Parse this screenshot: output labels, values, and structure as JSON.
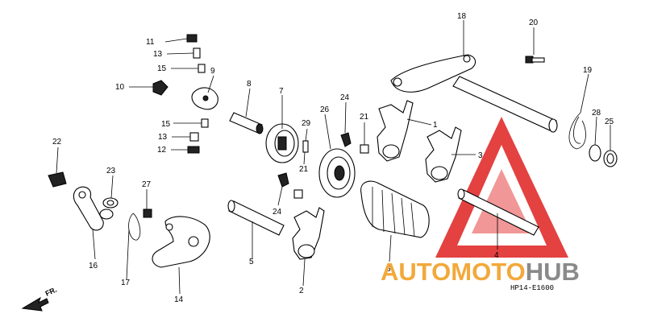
{
  "brand": {
    "text_orange": "AUTOMOTO",
    "text_grey": "HUB",
    "color_orange": "#f2a93b",
    "color_grey": "#8a8a8a",
    "triangle_color": "#e02020"
  },
  "diagram_code": "HP14-E1600",
  "direction_label": "FR.",
  "callouts": [
    {
      "id": "c1",
      "text": "1"
    },
    {
      "id": "c2",
      "text": "2"
    },
    {
      "id": "c3",
      "text": "3"
    },
    {
      "id": "c4",
      "text": "4"
    },
    {
      "id": "c5",
      "text": "5"
    },
    {
      "id": "c6",
      "text": "6"
    },
    {
      "id": "c7",
      "text": "7"
    },
    {
      "id": "c8",
      "text": "8"
    },
    {
      "id": "c9",
      "text": "9"
    },
    {
      "id": "c10",
      "text": "10"
    },
    {
      "id": "c11",
      "text": "11"
    },
    {
      "id": "c12",
      "text": "12"
    },
    {
      "id": "c13a",
      "text": "13"
    },
    {
      "id": "c13b",
      "text": "13"
    },
    {
      "id": "c14",
      "text": "14"
    },
    {
      "id": "c15a",
      "text": "15"
    },
    {
      "id": "c15b",
      "text": "15"
    },
    {
      "id": "c16",
      "text": "16"
    },
    {
      "id": "c17",
      "text": "17"
    },
    {
      "id": "c18",
      "text": "18"
    },
    {
      "id": "c19",
      "text": "19"
    },
    {
      "id": "c20",
      "text": "20"
    },
    {
      "id": "c21a",
      "text": "21"
    },
    {
      "id": "c21b",
      "text": "21"
    },
    {
      "id": "c22",
      "text": "22"
    },
    {
      "id": "c23",
      "text": "23"
    },
    {
      "id": "c24a",
      "text": "24"
    },
    {
      "id": "c24b",
      "text": "24"
    },
    {
      "id": "c25",
      "text": "25"
    },
    {
      "id": "c26",
      "text": "26"
    },
    {
      "id": "c27",
      "text": "27"
    },
    {
      "id": "c28",
      "text": "28"
    },
    {
      "id": "c29",
      "text": "29"
    }
  ]
}
